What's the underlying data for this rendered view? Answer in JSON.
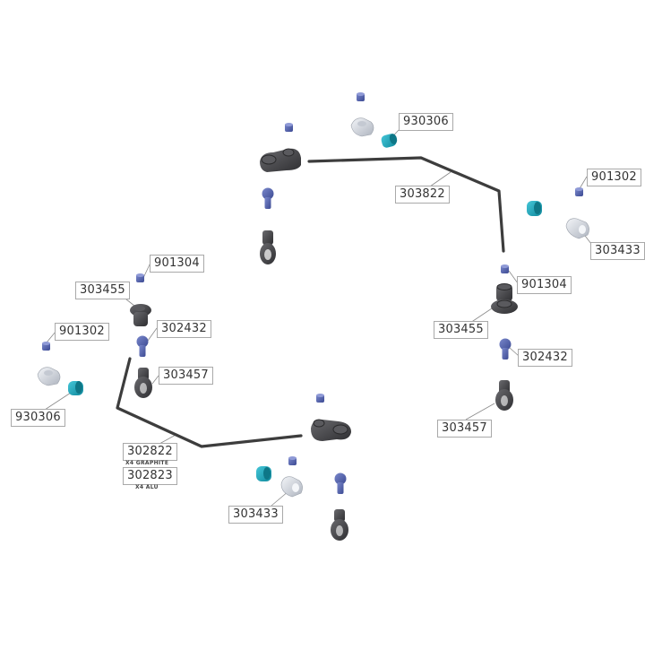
{
  "diagram": {
    "title": "Anti-roll bar exploded parts diagram",
    "colors": {
      "bar": "#3d3d3d",
      "dark_part": "#3f3f42",
      "blue_part": "#4f5ea8",
      "cyan_part": "#1aa3b8",
      "silver_part": "#d9dde4",
      "leader": "#888888",
      "label_border": "#a9a9a9"
    },
    "labels": [
      {
        "id": "top-930306",
        "code": "930306"
      },
      {
        "id": "top-303822",
        "code": "303822"
      },
      {
        "id": "right-901302",
        "code": "901302"
      },
      {
        "id": "right-303433",
        "code": "303433"
      },
      {
        "id": "right-901304",
        "code": "901304"
      },
      {
        "id": "right-303455",
        "code": "303455"
      },
      {
        "id": "right-302432",
        "code": "302432"
      },
      {
        "id": "right-303457",
        "code": "303457"
      },
      {
        "id": "left-901304",
        "code": "901304"
      },
      {
        "id": "left-303455",
        "code": "303455"
      },
      {
        "id": "left-302432",
        "code": "302432"
      },
      {
        "id": "left-901302",
        "code": "901302"
      },
      {
        "id": "left-303457",
        "code": "303457"
      },
      {
        "id": "left-930306",
        "code": "930306"
      },
      {
        "id": "bottom-302822",
        "code": "302822",
        "note": "X4 GRAPHITE"
      },
      {
        "id": "bottom-302823",
        "code": "302823",
        "note": "X4 ALU"
      },
      {
        "id": "bottom-303433",
        "code": "303433"
      }
    ]
  }
}
